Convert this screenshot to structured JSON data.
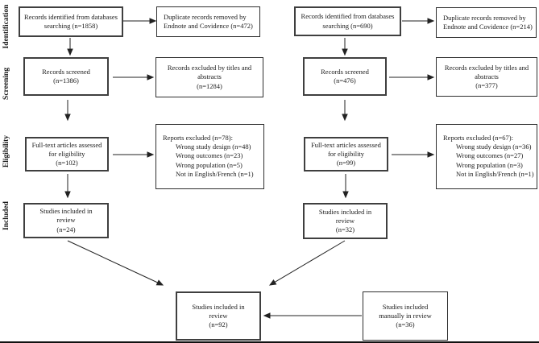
{
  "stage_labels": [
    "Identification",
    "Screening",
    "Eligibility",
    "Included"
  ],
  "left": {
    "identified": "Records identified from databases\nsearching (n=1858)",
    "duplicates_removed": "Duplicate records removed by\nEndnote and Covidence (n=472)",
    "screened": "Records screened\n(n=1386)",
    "excluded_titles_abstracts": "Records excluded by titles and\nabstracts\n(n=1284)",
    "fulltext_assessed": "Full-text articles assessed\nfor eligibility\n(n=102)",
    "reports_excluded": {
      "title": "Reports excluded (n=78):",
      "reasons": [
        "Wrong study design (n=48)",
        "Wrong outcomes (n=23)",
        "Wrong population (n=5)",
        "Not in English/French (n=1)"
      ]
    },
    "included": "Studies included in\nreview\n(n=24)"
  },
  "right": {
    "identified": "Records identified from databases\nsearching (n=690)",
    "duplicates_removed": "Duplicate records removed by\nEndnote and Covidence (n=214)",
    "screened": "Records screened\n(n=476)",
    "excluded_titles_abstracts": "Records excluded by titles and\nabstracts\n(n=377)",
    "fulltext_assessed": "Full-text articles assessed\nfor eligibility\n(n=99)",
    "reports_excluded": {
      "title": "Reports excluded (n=67):",
      "reasons": [
        "Wrong study design (n=36)",
        "Wrong outcomes (n=27)",
        "Wrong population (n=3)",
        "Not in English/French (n=1)"
      ]
    },
    "included": "Studies included in\nreview\n(n=32)"
  },
  "final": {
    "combined_included": "Studies included in\nreview\n(n=92)",
    "manual_included": "Studies included\nmanually in review\n(n=36)"
  },
  "colors": {
    "background": "#ffffff",
    "box_border_main": "#3f3f3f",
    "box_border_side": "#2f2f2f",
    "arrow": "#222222",
    "text": "#1a1a1a"
  }
}
